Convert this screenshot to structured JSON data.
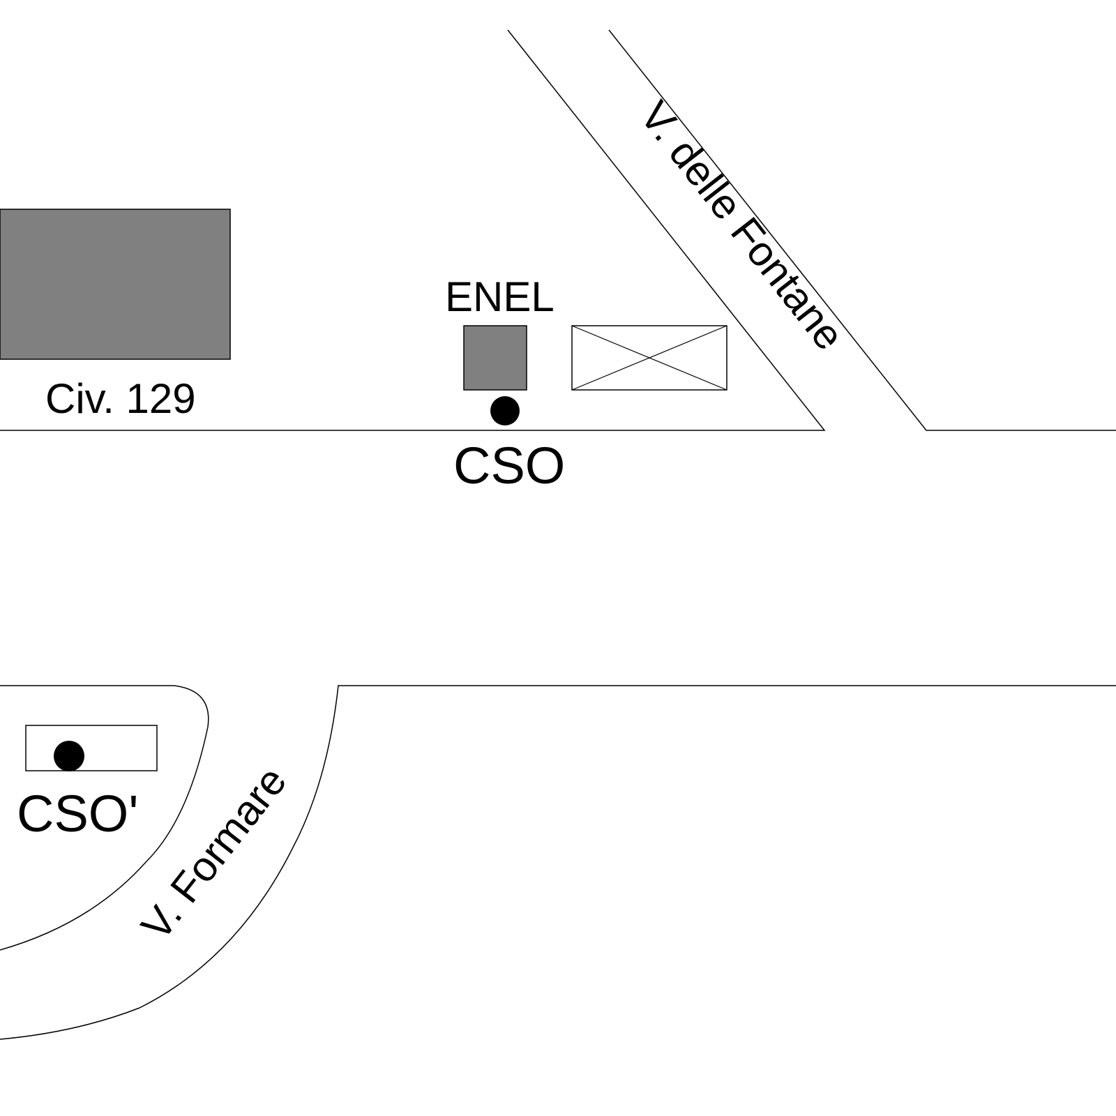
{
  "map": {
    "labels": {
      "building_number": "Civ. 129",
      "enel": "ENEL",
      "cso": "CSO",
      "cso_prime": "CSO'",
      "street_fontane": "V. delle Fontane",
      "street_formare": "V. Formare"
    },
    "colors": {
      "background": "#ffffff",
      "building_fill": "#808080",
      "line": "#000000",
      "marker": "#000000"
    },
    "icons": {
      "cso_marker": "filled-circle-marker",
      "cso_prime_marker": "filled-circle-marker",
      "crossed_box": "crossed-rectangle"
    }
  }
}
